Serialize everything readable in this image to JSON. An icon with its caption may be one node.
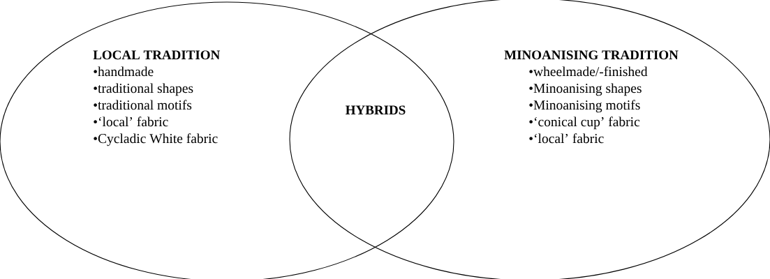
{
  "diagram": {
    "nodes": [
      {
        "text": [
          "LOCAL TRADITION",
          "•handmade",
          "•traditional shapes",
          "•traditional motifs",
          "•‘local’ fabric",
          "•Cycladic White fabric"
        ]
      },
      {
        "text": [
          "MINOANISING TRADITION",
          "•wheelmade/-finished",
          "•Minoanising shapes",
          "•Minoanising motifs",
          "•‘conical cup’ fabric",
          "•‘local’ fabric"
        ]
      }
    ],
    "labels": [
      "HYBRIDS"
    ]
  }
}
